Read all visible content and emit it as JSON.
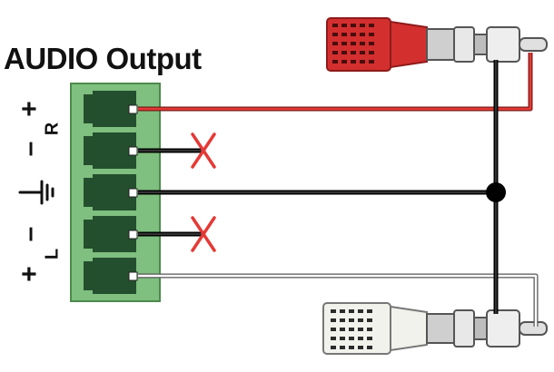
{
  "title": "AUDIO Output",
  "pin_labels": {
    "r_plus": "+",
    "r_minus": "–",
    "r_letter": "R",
    "l_minus": "–",
    "l_plus": "+",
    "l_letter": "L"
  },
  "terminals": [
    {
      "pin": "R+",
      "wire_color": "#c62828",
      "connected_to": "red-rca-tip"
    },
    {
      "pin": "R-",
      "wire_color": "#111111",
      "connected_to": "none"
    },
    {
      "pin": "ground",
      "wire_color": "#111111",
      "connected_to": "rca-shields"
    },
    {
      "pin": "L-",
      "wire_color": "#111111",
      "connected_to": "none"
    },
    {
      "pin": "L+",
      "wire_color": "#ffffff",
      "connected_to": "white-rca-tip"
    }
  ],
  "icons": {
    "ground": "ground-symbol-icon",
    "not_connected": "x-mark-icon"
  },
  "colors": {
    "block_green": "#7fbf7f",
    "red_plug": "#d32f2f",
    "white_plug": "#f2f2ec",
    "x_mark": "#e53935"
  }
}
